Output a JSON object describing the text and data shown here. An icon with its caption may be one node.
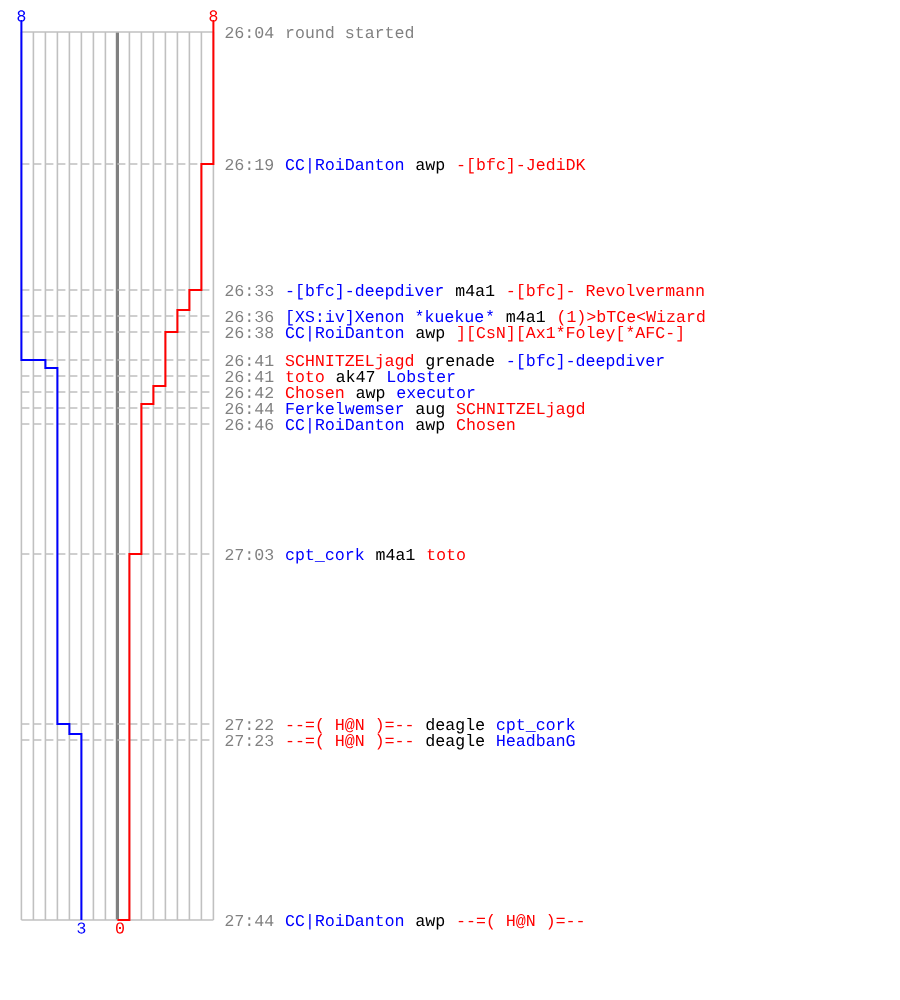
{
  "diagram": {
    "labels": [
      "8",
      "8",
      "26:04",
      "round started",
      "26:19",
      "CC|RoiDanton",
      "awp",
      "-[bfc]-JediDK",
      "26:33",
      "-[bfc]-deepdiver",
      "m4a1",
      "-[bfc]- Revolvermann",
      "26:36",
      "[XS:iv]Xenon *kuekue",
      "*",
      "m4a1",
      "(1)>bTCe<Wizard",
      "26:38",
      "CC|RoiDanton",
      "awp",
      "][CsN][Ax1*Foley[*AFC-]",
      "26:41",
      "SCHNITZELjagd",
      "grenade",
      "-[bfc]-deepdiver",
      "26:41",
      "toto",
      "ak47",
      "Lobster",
      "26:42",
      "Chosen",
      "awp",
      "executor",
      "26:44",
      "Ferkelwemser",
      "aug",
      "SCHNITZELjagd",
      "26:46",
      "CC|RoiDanton",
      "awp",
      "Chosen",
      "27:03",
      "cpt_cork",
      "m4a1",
      "toto",
      "27:22",
      "--=( H@N )=--",
      "deagle",
      "cpt_cork",
      "27:23",
      "--=( H@N )=--",
      "deagle",
      "HeadbanG",
      "3",
      "0",
      "27:44",
      "CC|RoiDanton",
      "awp",
      "--=( H@N )=--"
    ]
  }
}
